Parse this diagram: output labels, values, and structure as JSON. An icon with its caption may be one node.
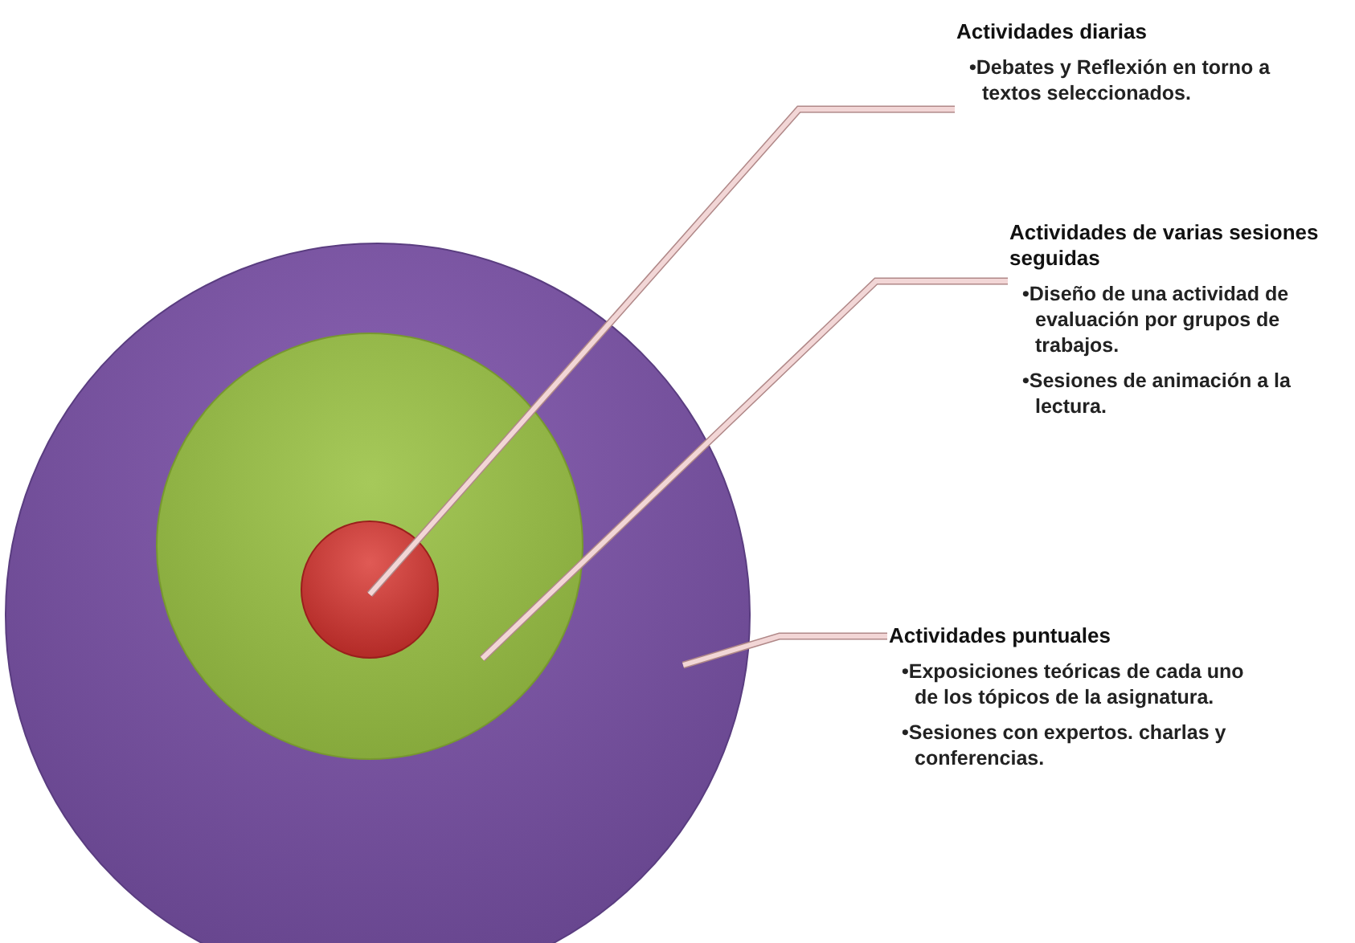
{
  "diagram": {
    "nodes": [
      {
        "text": [],
        "shape": "circle"
      },
      {
        "text": [],
        "shape": "circle",
        "in": 0
      },
      {
        "text": [],
        "shape": "circle",
        "in": 1
      },
      {
        "text": [
          "Actividades diarias",
          "•Debates y Reflexión en torno a textos seleccionados."
        ]
      },
      {
        "text": [
          "Actividades de varias sesiones seguidas",
          "•Diseño de una actividad de evaluación por grupos de trabajos.",
          "•Sesiones de animación a la lectura."
        ]
      },
      {
        "text": [
          "Actividades puntuales",
          "•Exposiciones teóricas de cada uno de los tópicos de la asignatura.",
          "•Sesiones con expertos. charlas y conferencias."
        ]
      }
    ],
    "edges": [
      {
        "from": 3,
        "to": 2,
        "arrow": "none"
      },
      {
        "from": 4,
        "to": 1,
        "arrow": "none"
      },
      {
        "from": 5,
        "to": 0,
        "arrow": "none"
      }
    ]
  }
}
